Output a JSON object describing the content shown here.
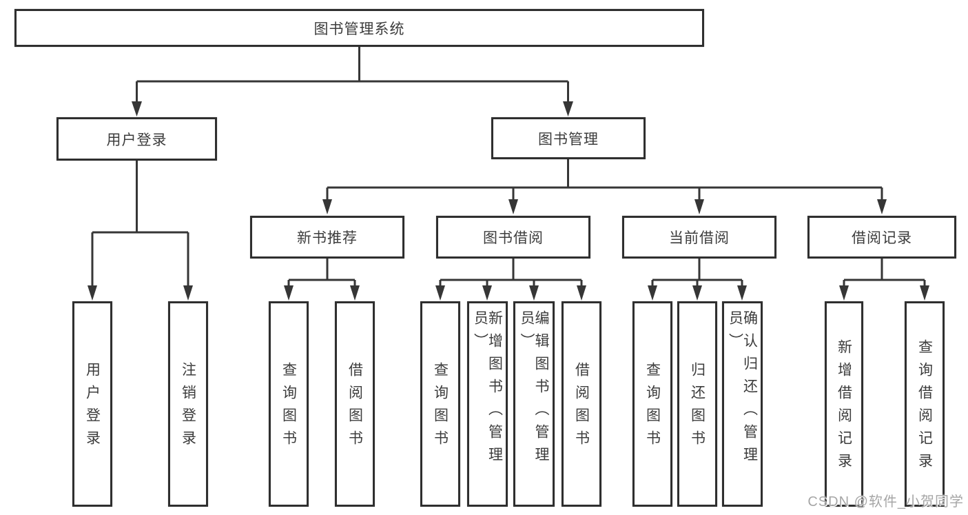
{
  "diagram": {
    "watermark": "CSDN @软件_小贺同学",
    "root": {
      "label": "图书管理系统"
    },
    "branches": [
      {
        "label": "用户登录",
        "children": [
          {
            "label": "用户登录"
          },
          {
            "label": "注销登录"
          }
        ]
      },
      {
        "label": "图书管理",
        "children": [
          {
            "label": "新书推荐",
            "children": [
              {
                "label": "查询图书"
              },
              {
                "label": "借阅图书"
              }
            ]
          },
          {
            "label": "图书借阅",
            "children": [
              {
                "label": "查询图书"
              },
              {
                "label": "新增图书（管理员）"
              },
              {
                "label": "编辑图书（管理员）"
              },
              {
                "label": "借阅图书"
              }
            ]
          },
          {
            "label": "当前借阅",
            "children": [
              {
                "label": "查询图书"
              },
              {
                "label": "归还图书"
              },
              {
                "label": "确认归还（管理员）"
              }
            ]
          },
          {
            "label": "借阅记录",
            "children": [
              {
                "label": "新增借阅记录"
              },
              {
                "label": "查询借阅记录"
              }
            ]
          }
        ]
      }
    ]
  }
}
